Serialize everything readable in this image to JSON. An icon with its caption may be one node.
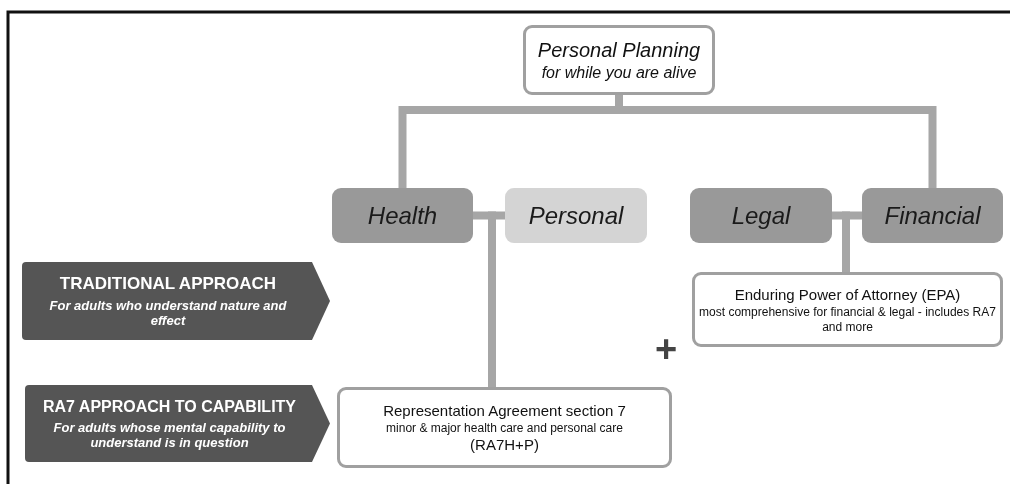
{
  "diagram": {
    "nodes": [
      {
        "text": [
          "Personal Planning",
          "for while you are alive"
        ]
      },
      {
        "text": [
          "Health"
        ]
      },
      {
        "text": [
          "Personal"
        ]
      },
      {
        "text": [
          "Legal"
        ]
      },
      {
        "text": [
          "Financial"
        ]
      },
      {
        "text": [
          "TRADITIONAL APPROACH",
          "For adults who understand nature and effect"
        ]
      },
      {
        "text": [
          "RA7 APPROACH TO CAPABILITY",
          "For adults whose mental capability to understand is in question"
        ]
      },
      {
        "text": [
          "Enduring Power of Attorney (EPA)",
          "most comprehensive for financial & legal - includes RA7 and more"
        ]
      },
      {
        "text": [
          "Representation Agreement section 7",
          "minor & major health care and personal care",
          "(RA7H+P)"
        ]
      }
    ],
    "edges": [
      {
        "from": 0,
        "to": 1,
        "arrow": "none"
      },
      {
        "from": 0,
        "to": 4,
        "arrow": "none"
      },
      {
        "from": 1,
        "to": 8,
        "arrow": "none"
      },
      {
        "from": 2,
        "to": 8,
        "arrow": "none"
      },
      {
        "from": 3,
        "to": 7,
        "arrow": "none"
      },
      {
        "from": 4,
        "to": 7,
        "arrow": "none"
      }
    ],
    "labels": [
      "+"
    ]
  }
}
